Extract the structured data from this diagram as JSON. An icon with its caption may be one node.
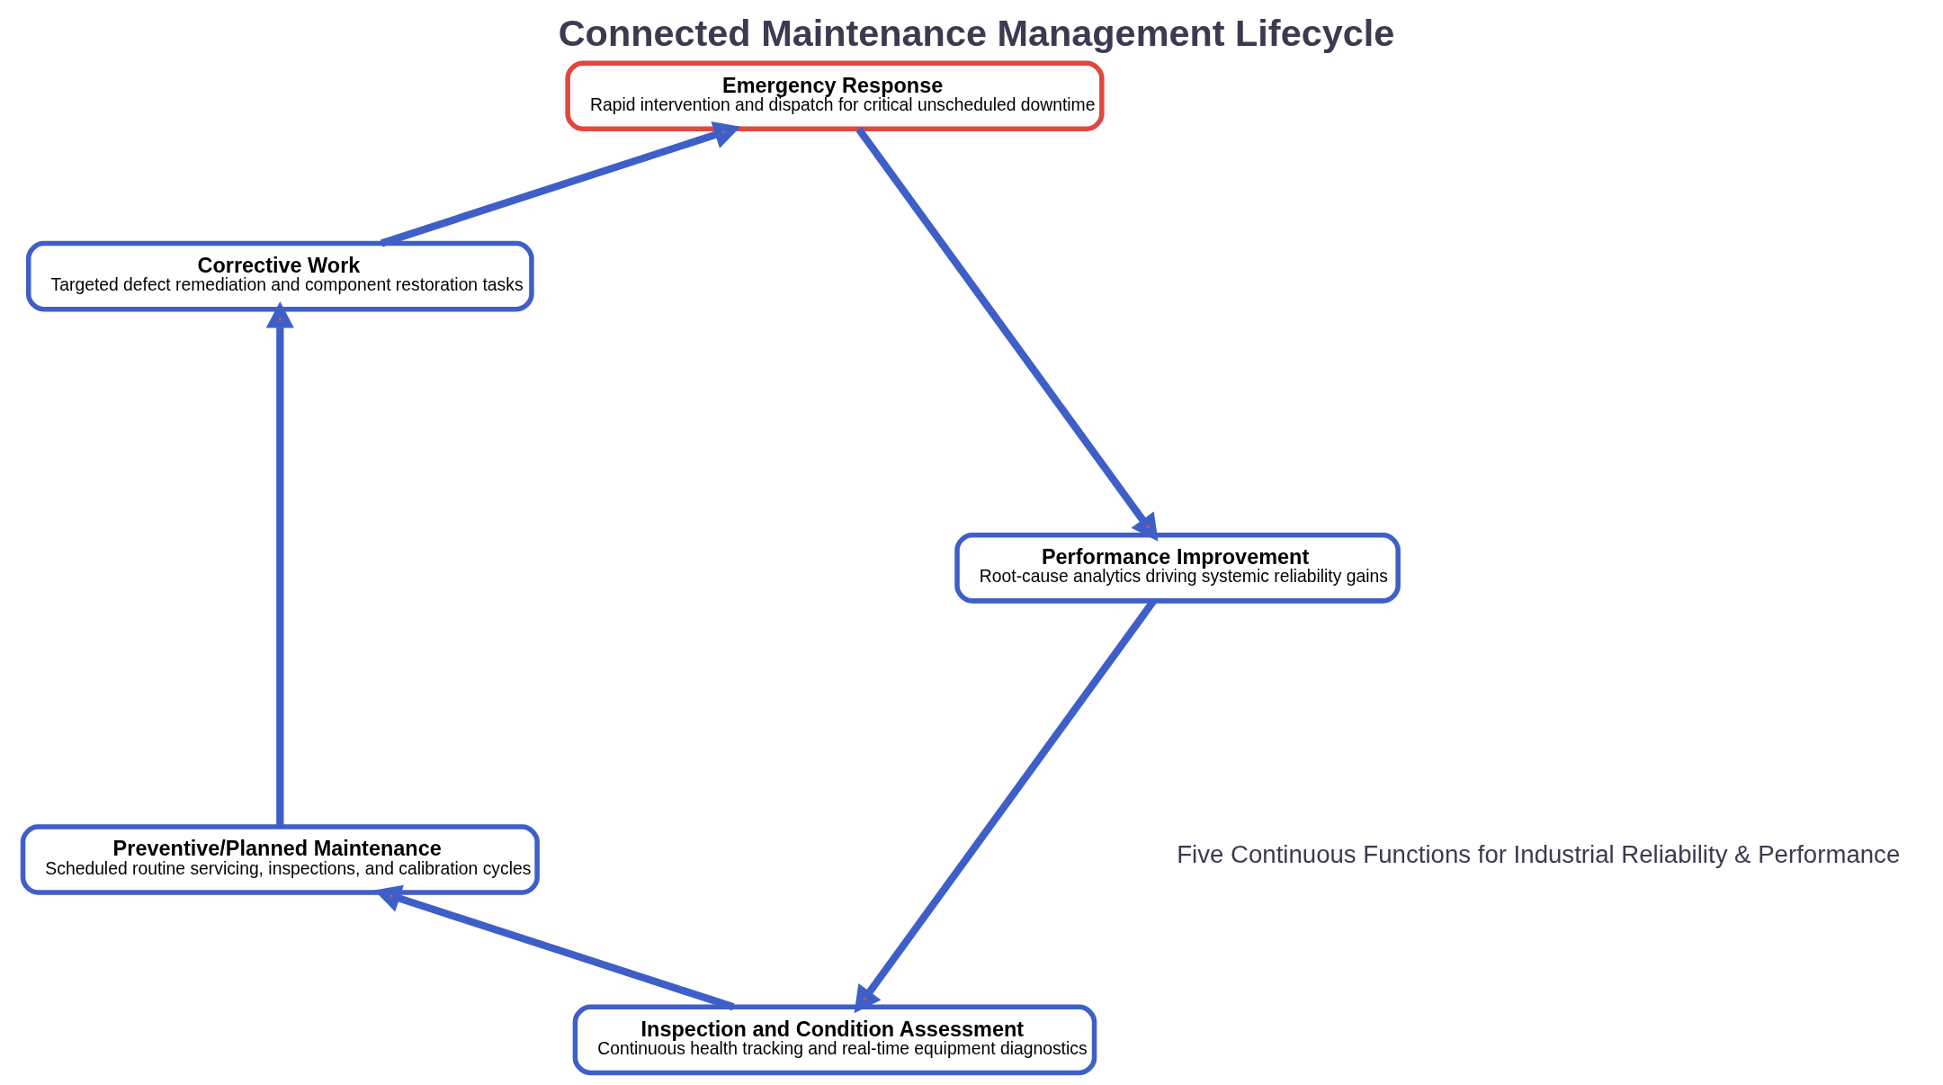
{
  "diagram": {
    "title": "Connected Maintenance Management Lifecycle",
    "nodes": [
      {
        "text": [
          "Inspection and Condition Assessment",
          "Continuous health tracking and real-time equipment diagnostics"
        ]
      },
      {
        "text": [
          "Preventive/Planned Maintenance",
          "Scheduled routine servicing, inspections, and calibration cycles"
        ]
      },
      {
        "text": [
          "Corrective Work",
          "Targeted defect remediation and component restoration tasks"
        ]
      },
      {
        "text": [
          "Emergency Response",
          "Rapid intervention and dispatch for critical unscheduled downtime"
        ]
      },
      {
        "text": [
          "Performance Improvement",
          "Root-cause analytics driving systemic reliability gains"
        ]
      }
    ],
    "edges": [
      {
        "from": 0,
        "to": 1,
        "arrow": "to"
      },
      {
        "from": 1,
        "to": 2,
        "arrow": "to"
      },
      {
        "from": 2,
        "to": 3,
        "arrow": "to"
      },
      {
        "from": 3,
        "to": 4,
        "arrow": "to"
      },
      {
        "from": 4,
        "to": 0,
        "arrow": "to"
      }
    ],
    "labels": [
      "Five Continuous Functions for Industrial Reliability & Performance"
    ]
  }
}
